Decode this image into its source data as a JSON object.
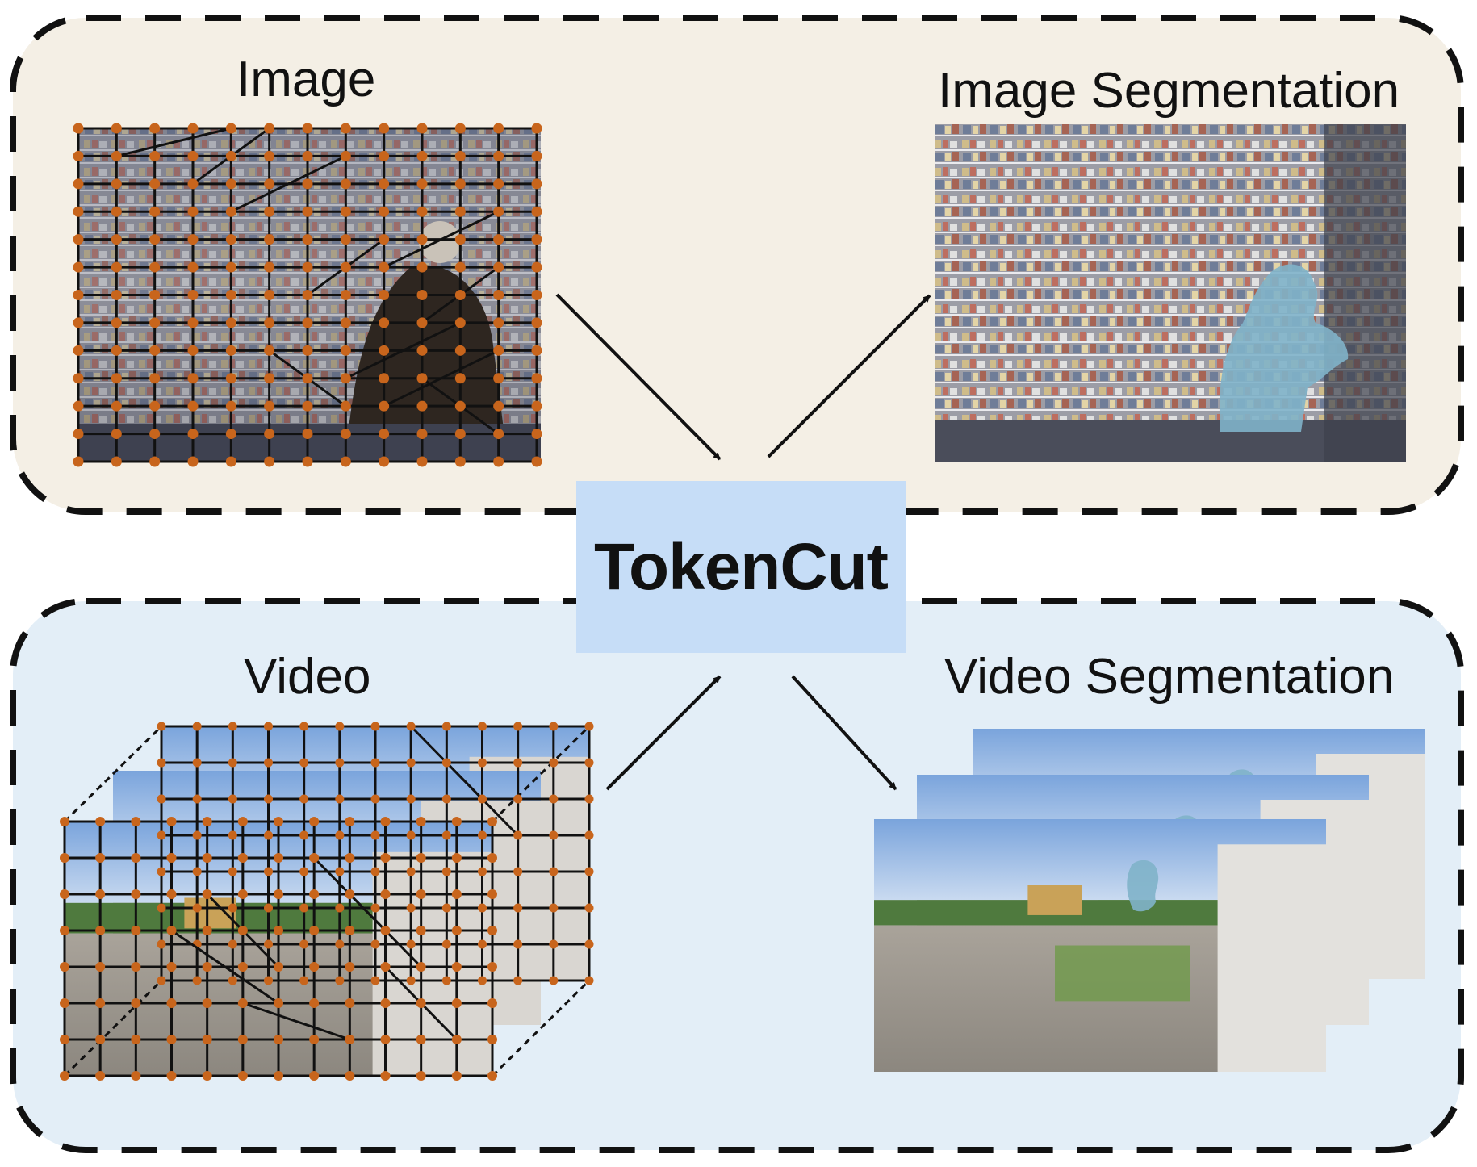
{
  "labels": {
    "image": "Image",
    "image_segmentation": "Image Segmentation",
    "video": "Video",
    "video_segmentation": "Video Segmentation",
    "method": "TokenCut"
  },
  "colors": {
    "image_panel_bg": "#f4efe5",
    "video_panel_bg": "#e3eef7",
    "method_box_bg": "#c6ddf7",
    "graph_node": "#c8651c",
    "graph_edge": "#111111",
    "dashed_border": "#111111",
    "segment_mask": "#7fb3c9"
  },
  "icons": [
    "image-with-token-graph",
    "segmented-shop-image",
    "video-frames-with-token-graph",
    "segmented-video-frames"
  ]
}
